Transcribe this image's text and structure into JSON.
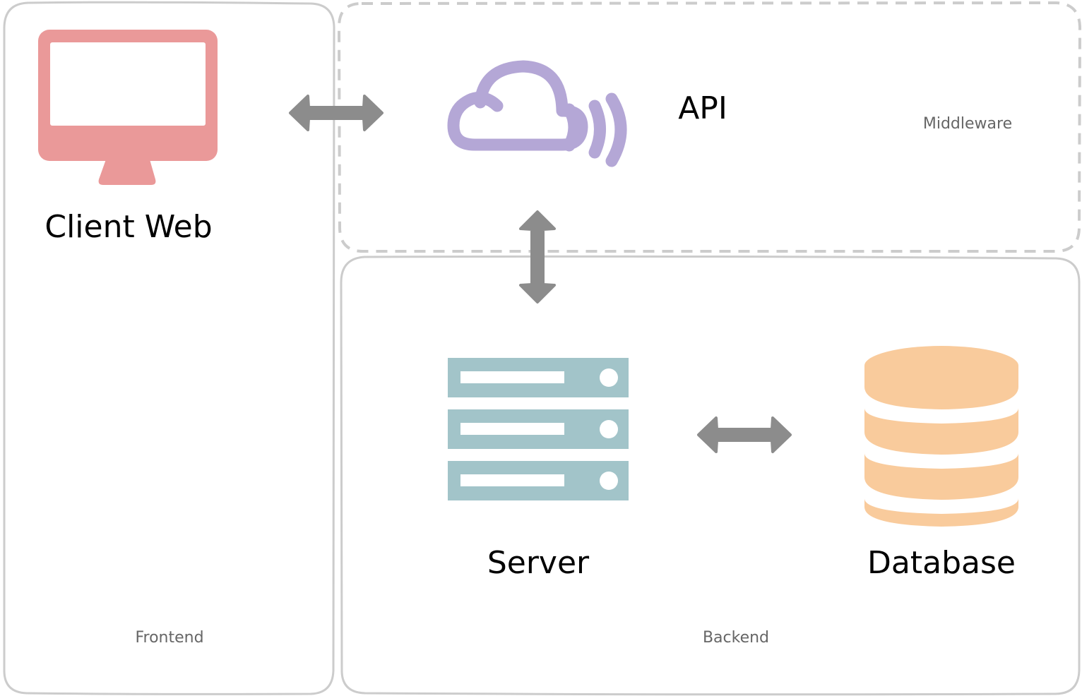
{
  "groups": {
    "frontend": {
      "label": "Frontend"
    },
    "middleware": {
      "label": "Middleware"
    },
    "backend": {
      "label": "Backend"
    }
  },
  "nodes": {
    "client": {
      "label": "Client Web",
      "icon": "monitor-icon",
      "color": "#ea9999"
    },
    "api": {
      "label": "API",
      "icon": "cloud-signal-icon",
      "color": "#b4a7d6"
    },
    "server": {
      "label": "Server",
      "icon": "server-rack-icon",
      "color": "#a2c4c9"
    },
    "database": {
      "label": "Database",
      "icon": "database-icon",
      "color": "#f9cb9c"
    }
  },
  "connectors": {
    "client_api": {
      "type": "bidirectional-arrow",
      "color": "#8c8c8c"
    },
    "api_server": {
      "type": "bidirectional-arrow",
      "color": "#8c8c8c"
    },
    "server_database": {
      "type": "bidirectional-arrow",
      "color": "#8c8c8c"
    }
  }
}
